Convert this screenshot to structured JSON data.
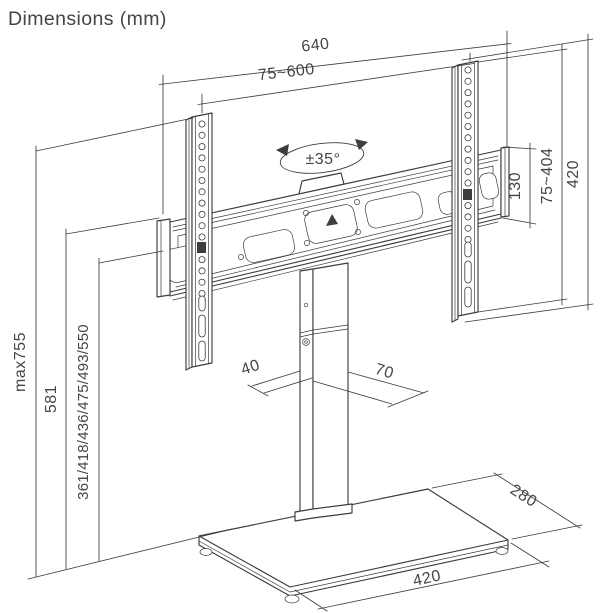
{
  "title": "Dimensions (mm)",
  "colors": {
    "line": "#3d3d40",
    "text": "#454548",
    "background": "#ffffff"
  },
  "annotations": {
    "overall_width": "640",
    "vesa_width_range": "75~600",
    "swivel_range": "±35°",
    "bracket_plate_height": "130",
    "vesa_height_range": "75~404",
    "bracket_height": "420",
    "max_total_height": "max755",
    "column_top_height": "581",
    "screen_height_levels": "361/418/436/475/493/550",
    "column_depth": "40",
    "column_width": "70",
    "base_depth": "280",
    "base_width": "420"
  }
}
